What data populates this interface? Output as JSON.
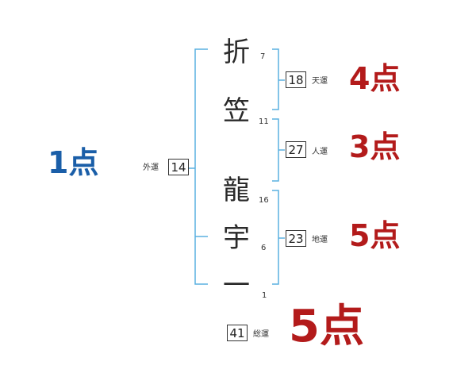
{
  "characters": [
    {
      "char": "折",
      "strokes": "7"
    },
    {
      "char": "笠",
      "strokes": "11"
    },
    {
      "char": "龍",
      "strokes": "16"
    },
    {
      "char": "宇",
      "strokes": "6"
    },
    {
      "char": "一",
      "strokes": "1"
    }
  ],
  "luck": {
    "tenkaku": {
      "value": "18",
      "label": "天運",
      "score": "4点"
    },
    "jinkaku": {
      "value": "27",
      "label": "人運",
      "score": "3点"
    },
    "chikaku": {
      "value": "23",
      "label": "地運",
      "score": "5点"
    },
    "gaikaku": {
      "value": "14",
      "label": "外運",
      "score": "1点"
    },
    "soukaku": {
      "value": "41",
      "label": "総運",
      "score": "5点"
    }
  },
  "colors": {
    "bracket": "#5ab0e0",
    "score_red": "#b31b1b",
    "score_blue": "#1a5ea8"
  }
}
